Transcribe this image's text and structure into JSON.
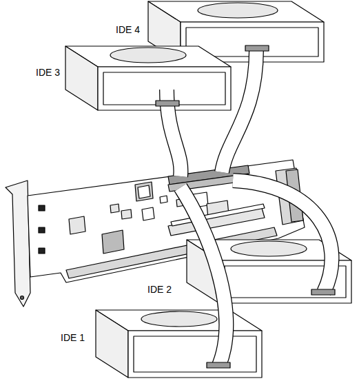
{
  "diagram": {
    "labels": [
      "IDE 4",
      "IDE 3",
      "IDE 2",
      "IDE 1"
    ]
  }
}
